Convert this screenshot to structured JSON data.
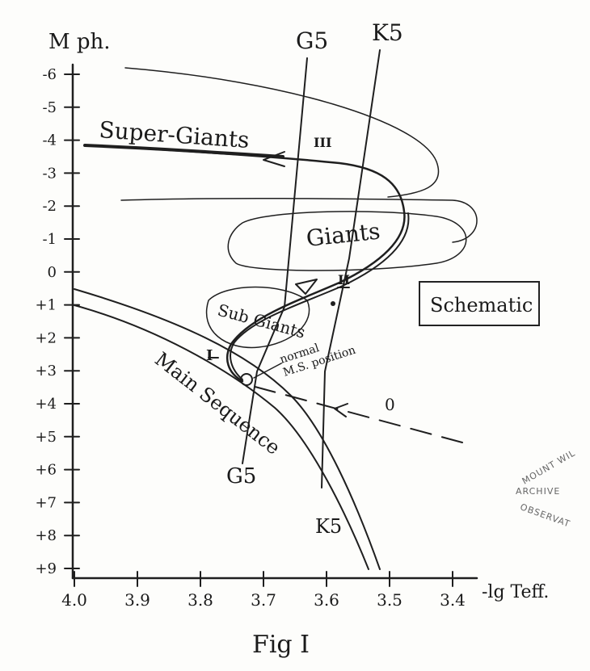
{
  "figure": {
    "y_axis_label": "M ph.",
    "x_axis_label": "-lg Teff.",
    "caption": "Fig I",
    "y_ticks": [
      "-6",
      "-5",
      "-4",
      "-3",
      "-2",
      "-1",
      "0",
      "+1",
      "+2",
      "+3",
      "+4",
      "+5",
      "+6",
      "+7",
      "+8",
      "+9"
    ],
    "x_ticks": [
      "4.0",
      "3.9",
      "3.8",
      "3.7",
      "3.6",
      "3.5",
      "3.4"
    ],
    "labels": {
      "super_giants": "Super-Giants",
      "giants": "Giants",
      "sub_giants": "Sub Giants",
      "main_sequence": "Main Sequence",
      "schematic": "Schematic",
      "g5_top": "G5",
      "k5_top": "K5",
      "g5_bottom": "G5",
      "k5_bottom": "K5",
      "normal_ms_line1": "normal",
      "normal_ms_line2": "M.S. position",
      "phase_I": "I",
      "phase_II": "II",
      "phase_III": "III",
      "phase_0": "0"
    },
    "stamp": {
      "top": "MOUNT WIL",
      "middle": "ARCHIVE",
      "bottom": "OBSERVAT"
    }
  },
  "colors": {
    "ink": "#1f1f1f",
    "paper": "#fdfdfb",
    "stamp": "#666666"
  }
}
